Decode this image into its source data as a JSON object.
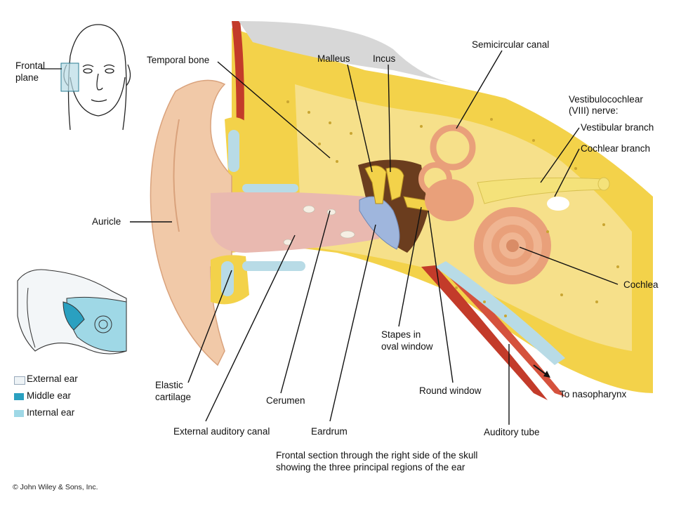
{
  "orientation_inset": {
    "label_line1": "Frontal",
    "label_line2": "plane"
  },
  "labels": {
    "temporal_bone": "Temporal bone",
    "malleus": "Malleus",
    "incus": "Incus",
    "semicircular_canal": "Semicircular canal",
    "vestibulocochlear_line1": "Vestibulocochlear",
    "vestibulocochlear_line2": "(VIII) nerve:",
    "vestibular_branch": "Vestibular branch",
    "cochlear_branch": "Cochlear branch",
    "auricle": "Auricle",
    "cochlea": "Cochlea",
    "stapes_line1": "Stapes in",
    "stapes_line2": "oval window",
    "round_window": "Round window",
    "to_nasopharynx": "To nasopharynx",
    "auditory_tube": "Auditory tube",
    "elastic_cartilage_line1": "Elastic",
    "elastic_cartilage_line2": "cartilage",
    "cerumen": "Cerumen",
    "external_auditory_canal": "External auditory canal",
    "eardrum": "Eardrum"
  },
  "key": {
    "items": [
      {
        "label": "External ear",
        "color": "#eef3f6"
      },
      {
        "label": "Middle ear",
        "color": "#2aa0c0"
      },
      {
        "label": "Internal ear",
        "color": "#9fd8e6"
      }
    ]
  },
  "caption": {
    "line1": "Frontal section through the right side of the skull",
    "line2": "showing the three principal regions of the ear"
  },
  "copyright": "© John Wiley & Sons, Inc.",
  "colors": {
    "bone": "#f3d24a",
    "bone_light": "#f6e9a3",
    "skin": "#f1c9a8",
    "canal": "#e9b9b0",
    "muscle": "#c33b2a",
    "cartilage": "#b8dbe6",
    "cochlea": "#e9a07a",
    "eardrum": "#9fb6dd",
    "nerve": "#f4e27a"
  }
}
